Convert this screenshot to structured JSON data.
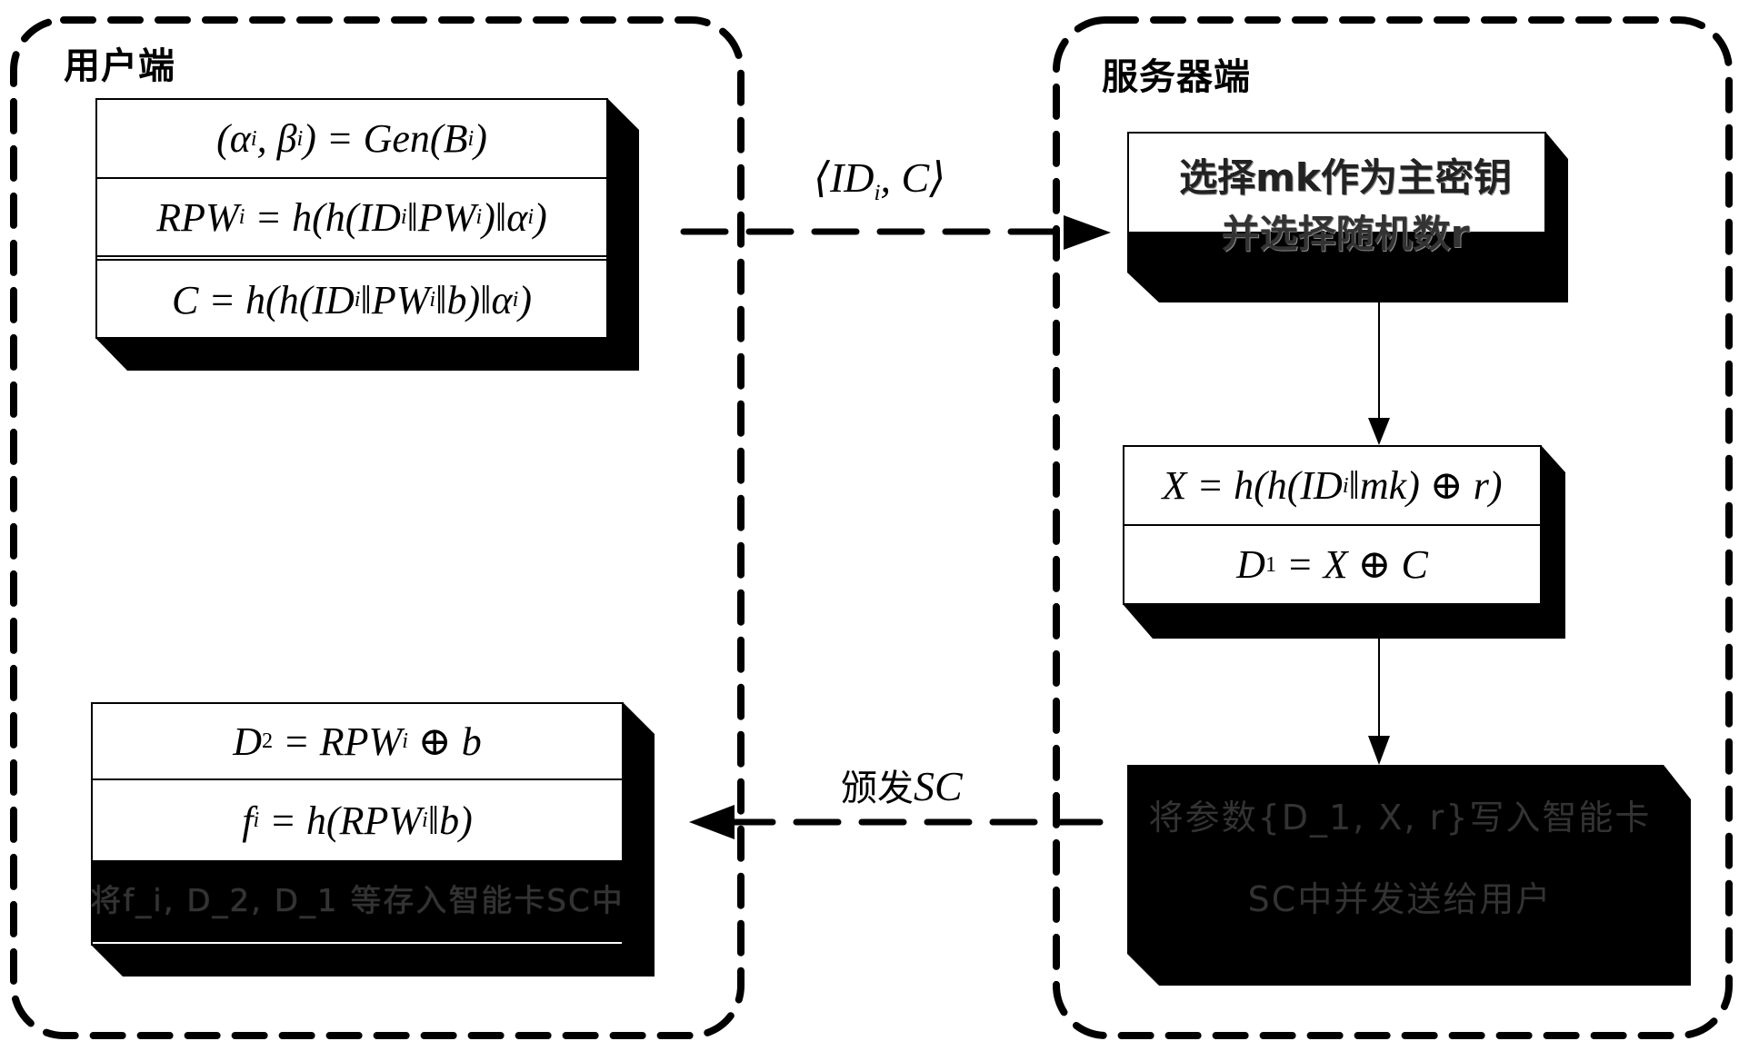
{
  "client": {
    "title": "用户端",
    "registration_box": {
      "rows": [
        "(α_i, β_i) = Gen(B_i)",
        "RPW_i = h(h(ID_i ‖ PW_i) ‖ α_i)",
        "C = h(h(ID_i ‖ PW_i ‖ b) ‖ α_i)"
      ]
    },
    "storage_box": {
      "rows": [
        "D_2 = RPW_i ⊕ b",
        "f_i = h(RPW_i ‖ b)",
        "将f_i, D_2, D_1 等存入智能卡SC中"
      ]
    }
  },
  "server": {
    "title": "服务器端",
    "select_box": {
      "line1": "选择mk作为主密钥",
      "line2": "并选择随机数r"
    },
    "compute_box": {
      "rows": [
        "X = h(h(ID_i ‖ mk) ⊕ r)",
        "D_1 = X ⊕ C"
      ]
    },
    "issue_box": {
      "line1": "将参数{D_1, X, r}写入智能卡",
      "line2": "SC中并发送给用户"
    }
  },
  "messages": {
    "to_server": "⟨ID_i, C⟩",
    "to_client": "颁发SC"
  }
}
